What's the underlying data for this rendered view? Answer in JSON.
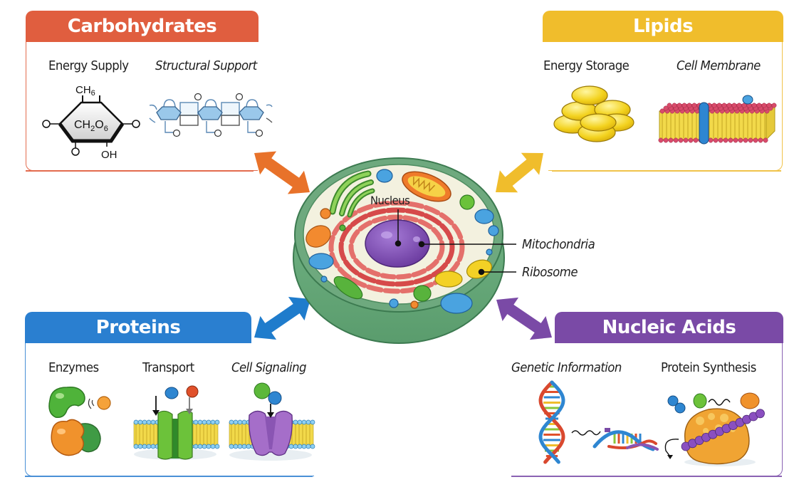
{
  "title": "Biomolecules and the Cell",
  "colors": {
    "carbohydrates": "#e05e3f",
    "lipids": "#f0bd2c",
    "proteins": "#2a7fd0",
    "nucleic_acids": "#7a4aa6",
    "cell_membrane": "#5f9e72",
    "cytoplasm": "#f3f1df"
  },
  "panels": {
    "carbohydrates": {
      "title": "Carbohydrates",
      "items": [
        {
          "label": "Energy Supply",
          "icon": "glucose-ring-icon"
        },
        {
          "label": "Structural Support",
          "icon": "polysaccharide-chain-icon"
        }
      ],
      "formula": {
        "top": "CH6",
        "center": "CH2O6",
        "bottom": "OH"
      }
    },
    "lipids": {
      "title": "Lipids",
      "items": [
        {
          "label": "Energy Storage",
          "icon": "fat-droplets-icon"
        },
        {
          "label": "Cell Membrane",
          "icon": "lipid-bilayer-icon"
        }
      ]
    },
    "proteins": {
      "title": "Proteins",
      "items": [
        {
          "label": "Enzymes",
          "icon": "enzyme-substrate-icon"
        },
        {
          "label": "Transport",
          "icon": "channel-protein-icon"
        },
        {
          "label": "Cell Signaling",
          "icon": "receptor-protein-icon"
        }
      ]
    },
    "nucleic_acids": {
      "title": "Nucleic Acids",
      "items": [
        {
          "label": "Genetic Information",
          "icon": "dna-helix-icon"
        },
        {
          "label": "Protein Synthesis",
          "icon": "ribosome-icon"
        }
      ]
    }
  },
  "cell": {
    "labels": {
      "nucleus": "Nucleus",
      "mitochondria": "Mitochondria",
      "ribosome": "Ribosome"
    }
  },
  "formula": {
    "ch": "CH",
    "sub6": "6",
    "ch2": "CH",
    "sub2": "2",
    "o": "O",
    "oh": "OH"
  }
}
